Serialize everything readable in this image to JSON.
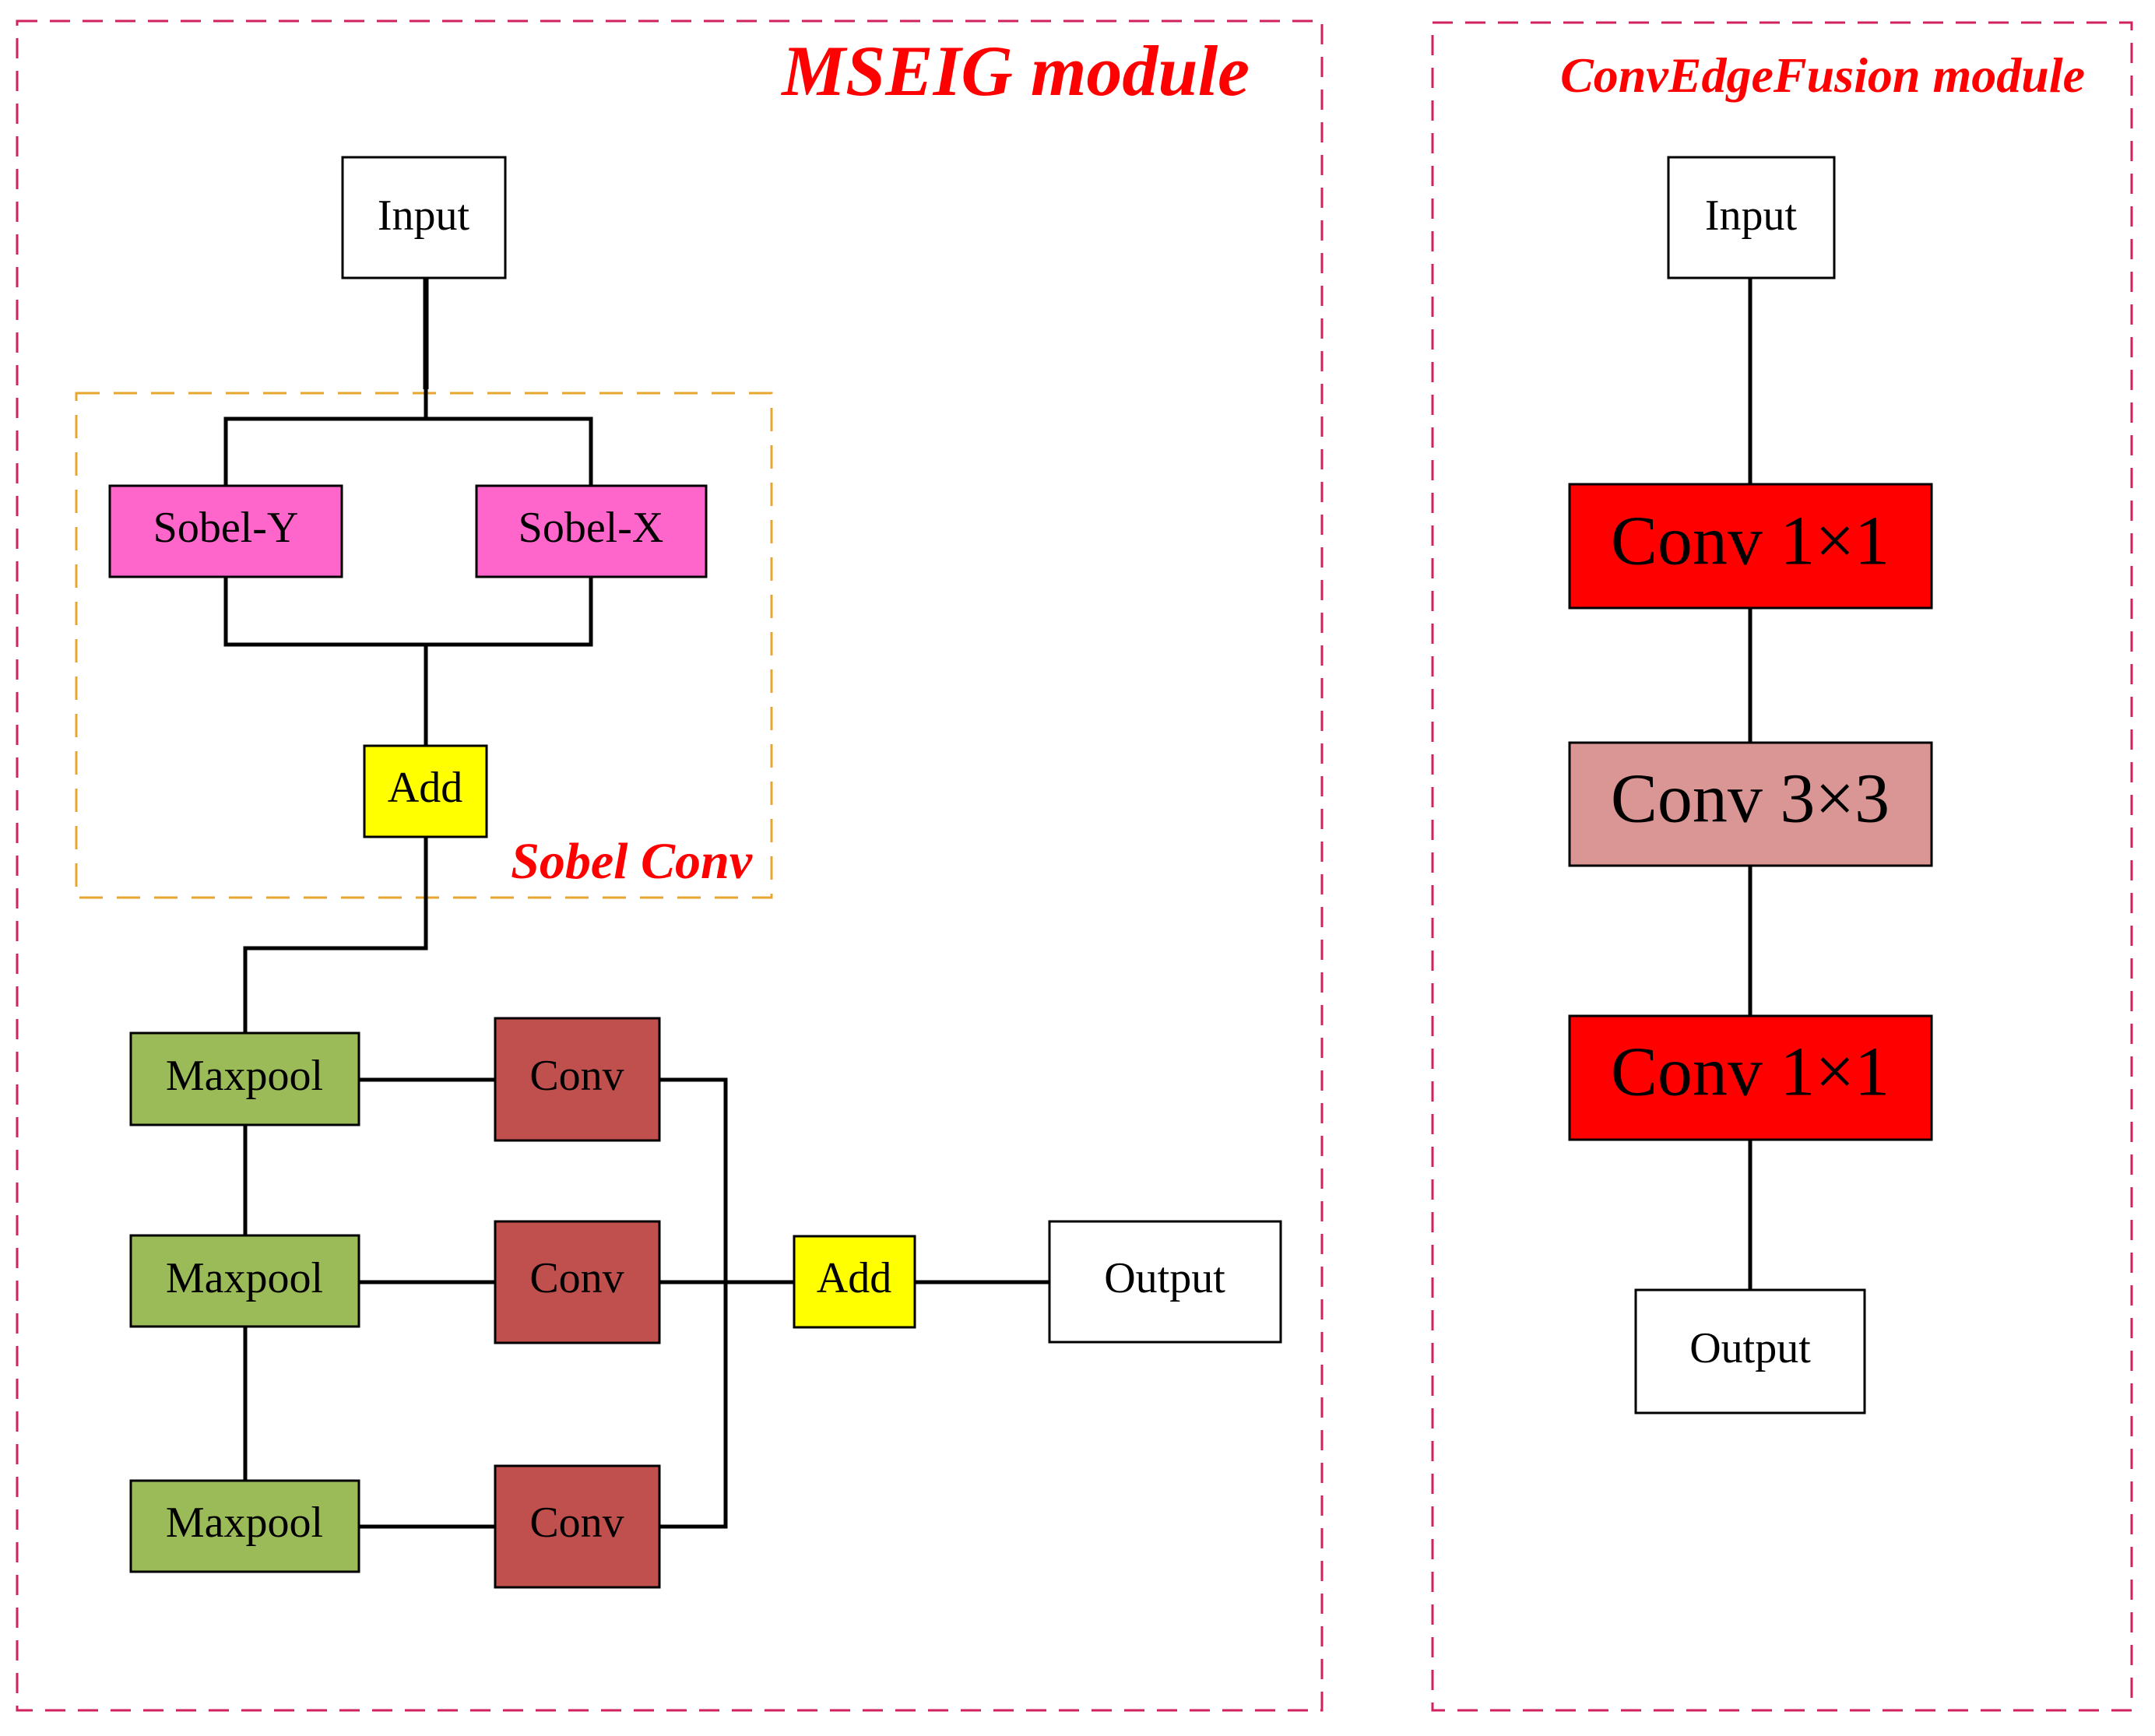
{
  "colors": {
    "frame": "#d1215f",
    "sobel_frame": "#e8a630",
    "title": "#ff0000",
    "sobel": "#ff66cc",
    "add": "#ffff00",
    "maxpool": "#9bbb59",
    "conv": "#c0504d",
    "conv1x1": "#ff0000",
    "conv3x3": "#d99694",
    "io": "#ffffff"
  },
  "mseig": {
    "title": "MSEIG module",
    "sobel_group_title": "Sobel Conv",
    "input": "Input",
    "sobel_y": "Sobel-Y",
    "sobel_x": "Sobel-X",
    "add_sobel": "Add",
    "maxpool_1": "Maxpool",
    "maxpool_2": "Maxpool",
    "maxpool_3": "Maxpool",
    "conv_1": "Conv",
    "conv_2": "Conv",
    "conv_3": "Conv",
    "add_out": "Add",
    "output": "Output"
  },
  "ceff": {
    "title": "ConvEdgeFusion module",
    "input": "Input",
    "conv1x1_a": "Conv 1×1",
    "conv3x3": "Conv 3×3",
    "conv1x1_b": "Conv 1×1",
    "output": "Output"
  }
}
